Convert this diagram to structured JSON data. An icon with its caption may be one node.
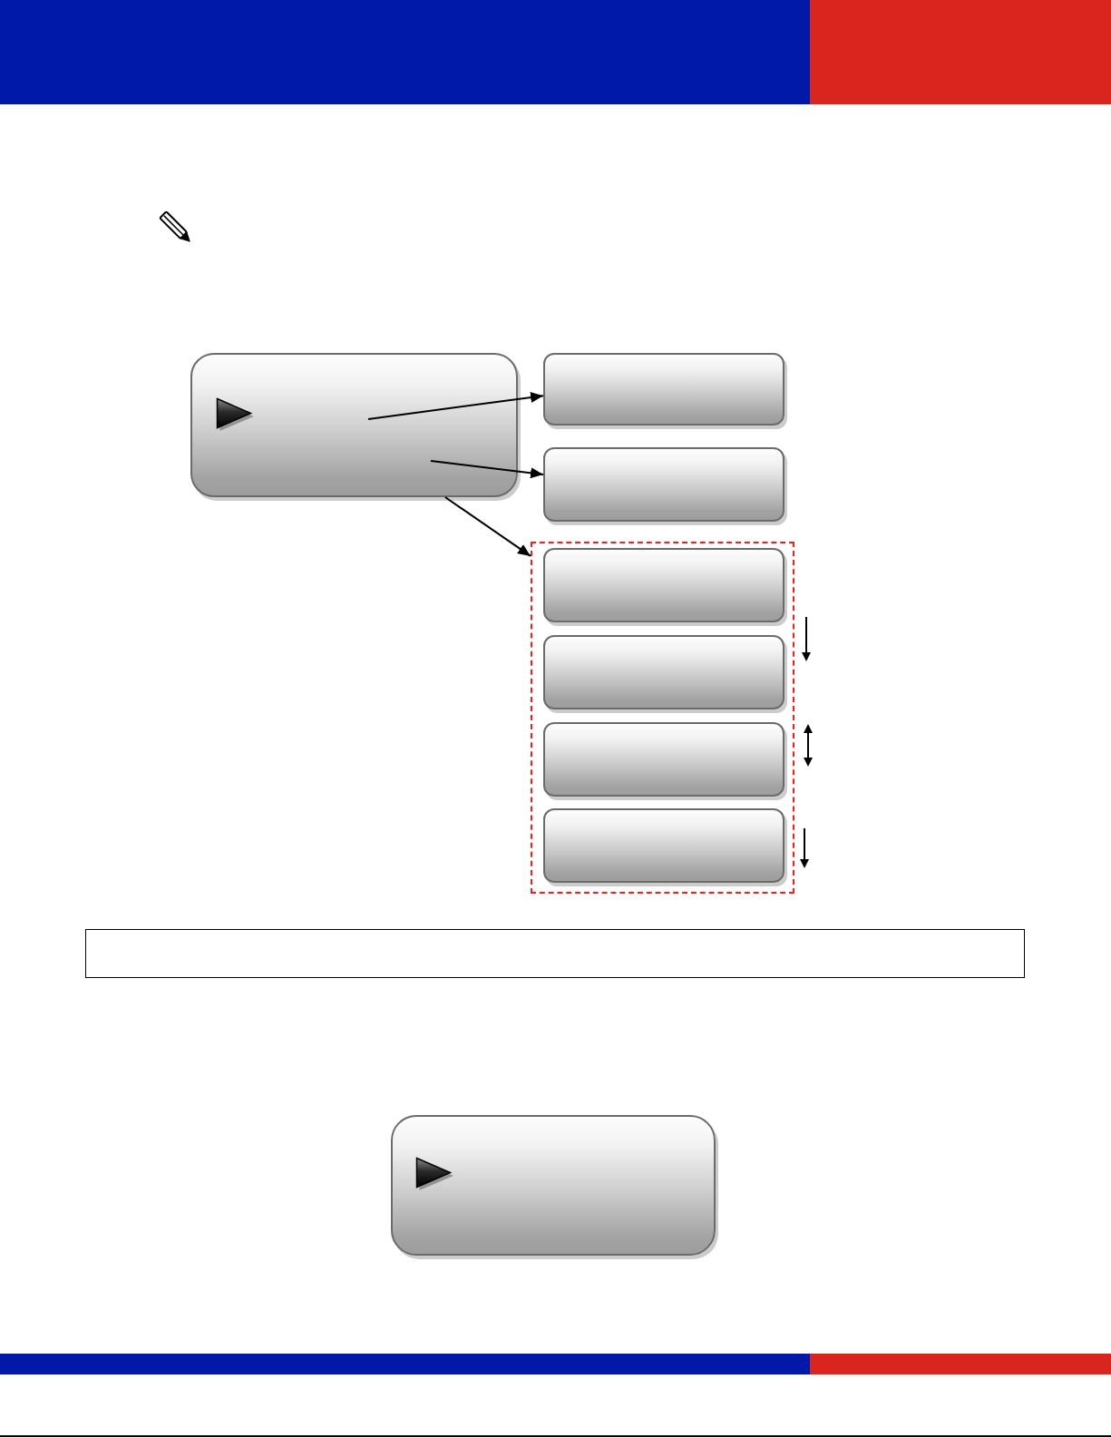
{
  "diagram": {
    "nodes": [
      {
        "text": [],
        "shape": "box"
      },
      {
        "text": [],
        "shape": "box"
      },
      {
        "text": [],
        "shape": "box"
      },
      {
        "text": [],
        "shape": "box"
      },
      {
        "text": [],
        "shape": "box",
        "in": 3
      },
      {
        "text": [],
        "shape": "box",
        "in": 3
      },
      {
        "text": [],
        "shape": "box",
        "in": 3
      },
      {
        "text": [],
        "shape": "box",
        "in": 3
      },
      {
        "text": [],
        "shape": "box"
      },
      {
        "text": [],
        "shape": "box"
      }
    ],
    "edges": [
      {
        "from": 0,
        "to": 1,
        "arrow": "to"
      },
      {
        "from": 0,
        "to": 2,
        "arrow": "to"
      },
      {
        "from": 0,
        "to": 3,
        "arrow": "to"
      }
    ]
  }
}
